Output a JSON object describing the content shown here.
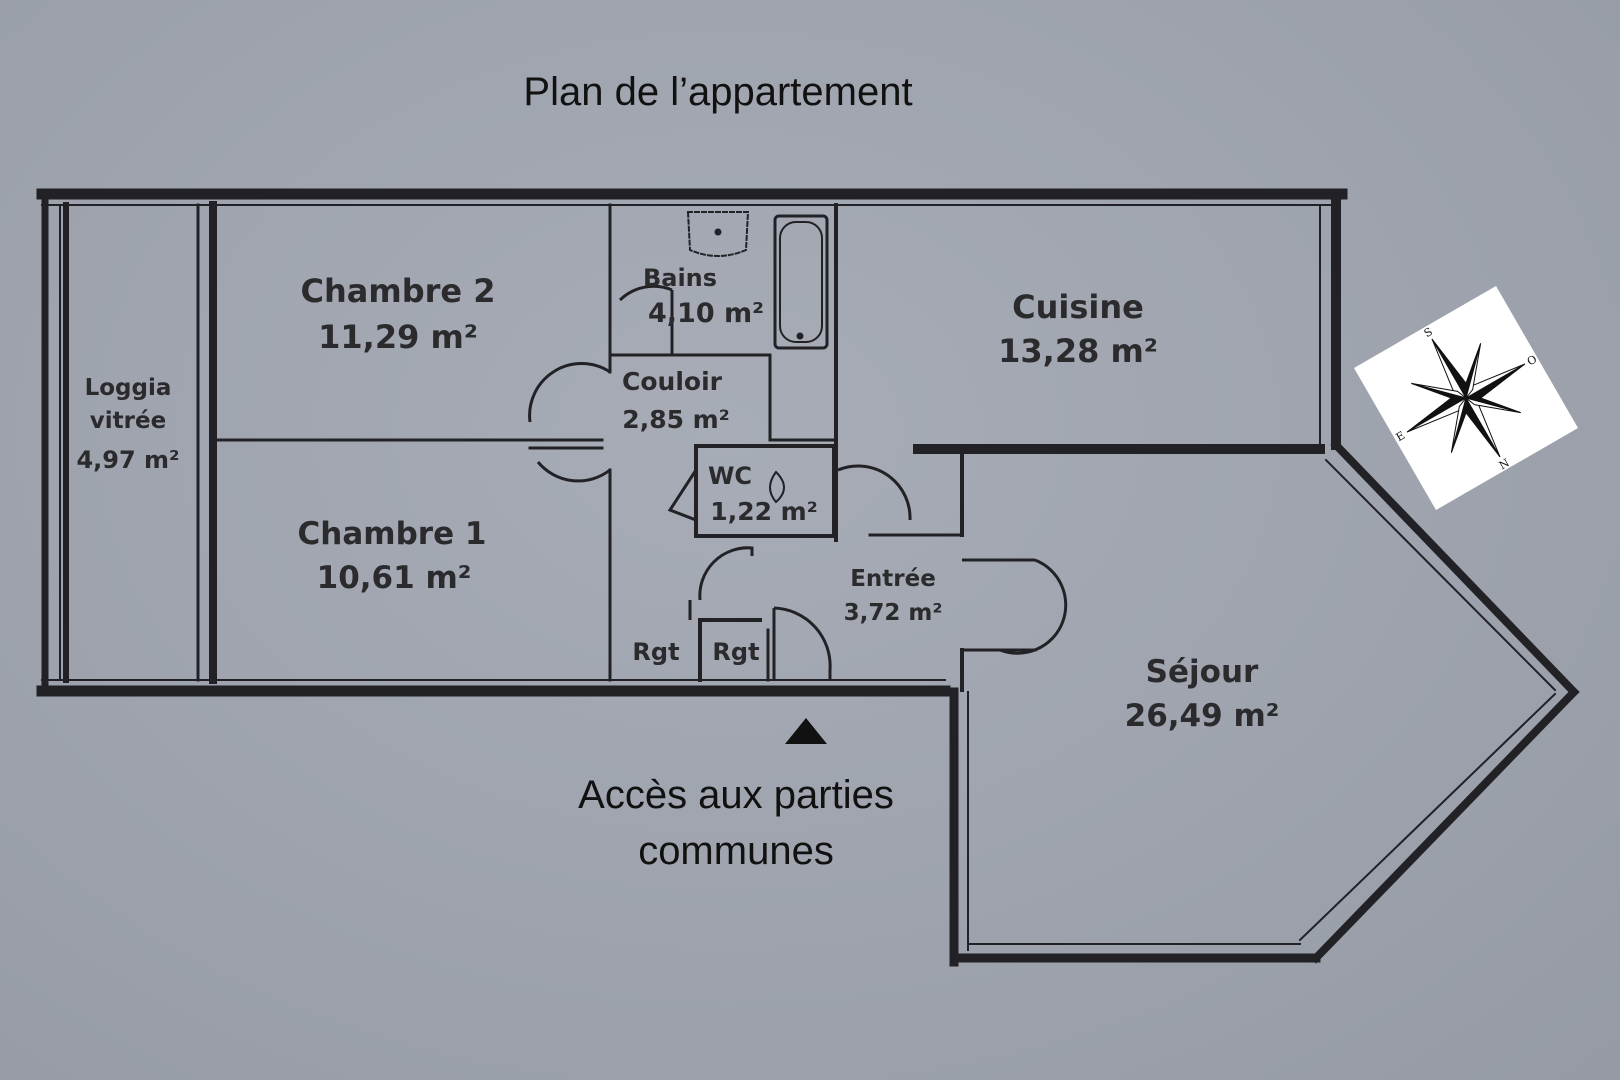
{
  "title": "Plan de l’appartement",
  "access_label_line1": "Accès aux parties",
  "access_label_line2": "communes",
  "rooms": {
    "loggia": {
      "name_line1": "Loggia",
      "name_line2": "vitrée",
      "area": "4,97 m²"
    },
    "chambre2": {
      "name": "Chambre 2",
      "area": "11,29 m²"
    },
    "bains": {
      "name": "Bains",
      "area": "4,10 m²"
    },
    "cuisine": {
      "name": "Cuisine",
      "area": "13,28 m²"
    },
    "couloir": {
      "name": "Couloir",
      "area": "2,85 m²"
    },
    "wc": {
      "name": "WC",
      "area": "1,22 m²"
    },
    "chambre1": {
      "name": "Chambre 1",
      "area": "10,61 m²"
    },
    "entree": {
      "name": "Entrée",
      "area": "3,72 m²"
    },
    "rgt1": {
      "name": "Rgt"
    },
    "rgt2": {
      "name": "Rgt"
    },
    "sejour": {
      "name": "Séjour",
      "area": "26,49 m²"
    }
  },
  "compass": {
    "s": "S",
    "o": "O",
    "n": "N",
    "e": "E"
  },
  "colors": {
    "background": "#9ea3ad",
    "wall": "#222226",
    "text": "#2b2b2e"
  }
}
